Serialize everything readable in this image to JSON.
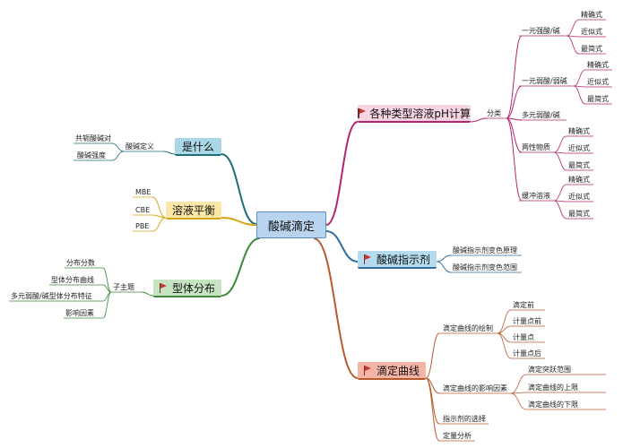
{
  "central": "酸碱滴定",
  "colors": {
    "central_bg": "#b9d4ee",
    "calc_bg": "#f6d4e3",
    "indicator_bg": "#b4dcee",
    "curve_bg": "#f5b5a6",
    "what_bg": "#a9d7e6",
    "eq_bg": "#fbe7a6",
    "dist_bg": "#c6e3c2",
    "line_calc": "#b3266d",
    "line_ind": "#2f6f9f",
    "line_curve": "#b85a2c",
    "line_what": "#1f6f78",
    "line_eq": "#d6a515",
    "line_dist": "#3d8a3d"
  },
  "calc": {
    "title": "各种类型溶液pH计算",
    "group": "分类",
    "items": [
      {
        "label": "一元强酸/碱",
        "subs": [
          "精确式",
          "近似式",
          "最简式"
        ]
      },
      {
        "label": "一元弱酸/弱碱",
        "subs": [
          "精确式",
          "近似式",
          "最简式"
        ]
      },
      {
        "label": "多元弱酸/碱",
        "subs": []
      },
      {
        "label": "两性物质",
        "subs": [
          "精确式",
          "近似式",
          "最简式"
        ]
      },
      {
        "label": "缓冲溶液",
        "subs": [
          "精确式",
          "近似式",
          "最简式"
        ]
      }
    ]
  },
  "indicator": {
    "title": "酸碱指示剂",
    "items": [
      "酸碱指示剂变色原理",
      "酸碱指示剂变色范围"
    ]
  },
  "curve": {
    "title": "滴定曲线",
    "draw": {
      "label": "滴定曲线的绘制",
      "subs": [
        "滴定前",
        "计量点前",
        "计量点",
        "计量点后"
      ]
    },
    "factors": {
      "label": "滴定曲线的影响因素",
      "subs": [
        "滴定突跃范围",
        "滴定曲线的上限",
        "滴定曲线的下限"
      ]
    },
    "items": [
      "指示剂的选择",
      "定量分析"
    ]
  },
  "what": {
    "title": "是什么",
    "def": "酸碱定义",
    "items": [
      "共轭酸碱对",
      "酸碱强度"
    ]
  },
  "eq": {
    "title": "溶液平衡",
    "items": [
      "MBE",
      "CBE",
      "PBE"
    ]
  },
  "dist": {
    "title": "型体分布",
    "sub": "子主题",
    "items": [
      "分布分数",
      "型体分布曲线",
      "多元弱酸/碱型体分布特征",
      "影响因素"
    ]
  }
}
